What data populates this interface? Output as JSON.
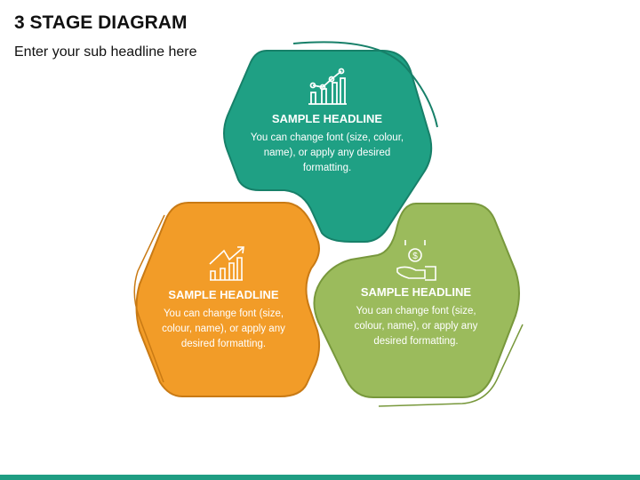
{
  "title": "3 STAGE DIAGRAM",
  "subtitle": "Enter your sub headline here",
  "stages": [
    {
      "headline": "SAMPLE HEADLINE",
      "body": "You can change font (size, colour, name), or apply any desired formatting.",
      "color": "#1fa084",
      "icon": "bar-chart-line-icon"
    },
    {
      "headline": "SAMPLE HEADLINE",
      "body": "You can change font (size, colour, name), or apply any desired formatting.",
      "color": "#f29c28",
      "icon": "growth-arrow-chart-icon"
    },
    {
      "headline": "SAMPLE HEADLINE",
      "body": "You can change font (size, colour, name), or apply any desired formatting.",
      "color": "#9bbb5c",
      "icon": "hand-coin-icon"
    }
  ]
}
